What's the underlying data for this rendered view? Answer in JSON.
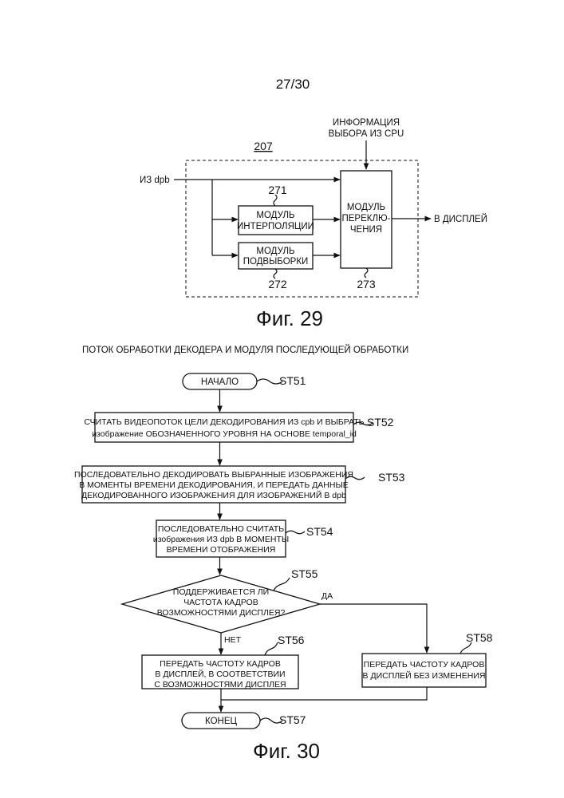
{
  "page_number": "27/30",
  "fig29": {
    "caption": "Фиг. 29",
    "block_label": "207",
    "input_label": "ИЗ dpb",
    "cpu_info_lines": [
      "ИНФОРМАЦИЯ",
      "ВЫБОРА ИЗ CPU"
    ],
    "output_label": "В ДИСПЛЕЙ",
    "interpolation": {
      "lines": [
        "МОДУЛЬ",
        "ИНТЕРПОЛЯЦИИ"
      ],
      "ref": "271"
    },
    "subsampling": {
      "lines": [
        "МОДУЛЬ",
        "ПОДВЫБОРКИ"
      ],
      "ref": "272"
    },
    "switching": {
      "lines": [
        "МОДУЛЬ",
        "ПЕРЕКЛЮ-",
        "ЧЕНИЯ"
      ],
      "ref": "273"
    }
  },
  "fig30": {
    "caption": "Фиг. 30",
    "title": "ПОТОК ОБРАБОТКИ ДЕКОДЕРА И МОДУЛЯ ПОСЛЕДУЮЩЕЙ ОБРАБОТКИ",
    "start": {
      "label": "НАЧАЛО",
      "ref": "ST51"
    },
    "st52": {
      "lines": [
        "СЧИТАТЬ ВИДЕОПОТОК ЦЕЛИ ДЕКОДИРОВАНИЯ ИЗ cpb И ВЫБРАТЬ",
        "изображение ОБОЗНАЧЕННОГО УРОВНЯ НА ОСНОВЕ temporal_id"
      ],
      "ref": "ST52"
    },
    "st53": {
      "lines": [
        "ПОСЛЕДОВАТЕЛЬНО ДЕКОДИРОВАТЬ ВЫБРАННЫЕ ИЗОБРАЖЕНИЯ",
        "В МОМЕНТЫ ВРЕМЕНИ ДЕКОДИРОВАНИЯ, И ПЕРЕДАТЬ ДАННЫЕ",
        "ДЕКОДИРОВАННОГО ИЗОБРАЖЕНИЯ ДЛЯ ИЗОБРАЖЕНИЙ В dpb"
      ],
      "ref": "ST53"
    },
    "st54": {
      "lines": [
        "ПОСЛЕДОВАТЕЛЬНО СЧИТАТЬ",
        "изображения ИЗ dpb В МОМЕНТЫ",
        "ВРЕМЕНИ ОТОБРАЖЕНИЯ"
      ],
      "ref": "ST54"
    },
    "st55": {
      "lines": [
        "ПОДДЕРЖИВАЕТСЯ ЛИ",
        "ЧАСТОТА КАДРОВ",
        "ВОЗМОЖНОСТЯМИ ДИСПЛЕЯ?"
      ],
      "ref": "ST55",
      "yes": "ДА",
      "no": "НЕТ"
    },
    "st56": {
      "lines": [
        "ПЕРЕДАТЬ ЧАСТОТУ КАДРОВ",
        "В ДИСПЛЕЙ, В СООТВЕТСТВИИ",
        "С ВОЗМОЖНОСТЯМИ ДИСПЛЕЯ"
      ],
      "ref": "ST56"
    },
    "st58": {
      "lines": [
        "ПЕРЕДАТЬ ЧАСТОТУ КАДРОВ",
        "В ДИСПЛЕЙ БЕЗ ИЗМЕНЕНИЯ"
      ],
      "ref": "ST58"
    },
    "end": {
      "label": "КОНЕЦ",
      "ref": "ST57"
    }
  }
}
